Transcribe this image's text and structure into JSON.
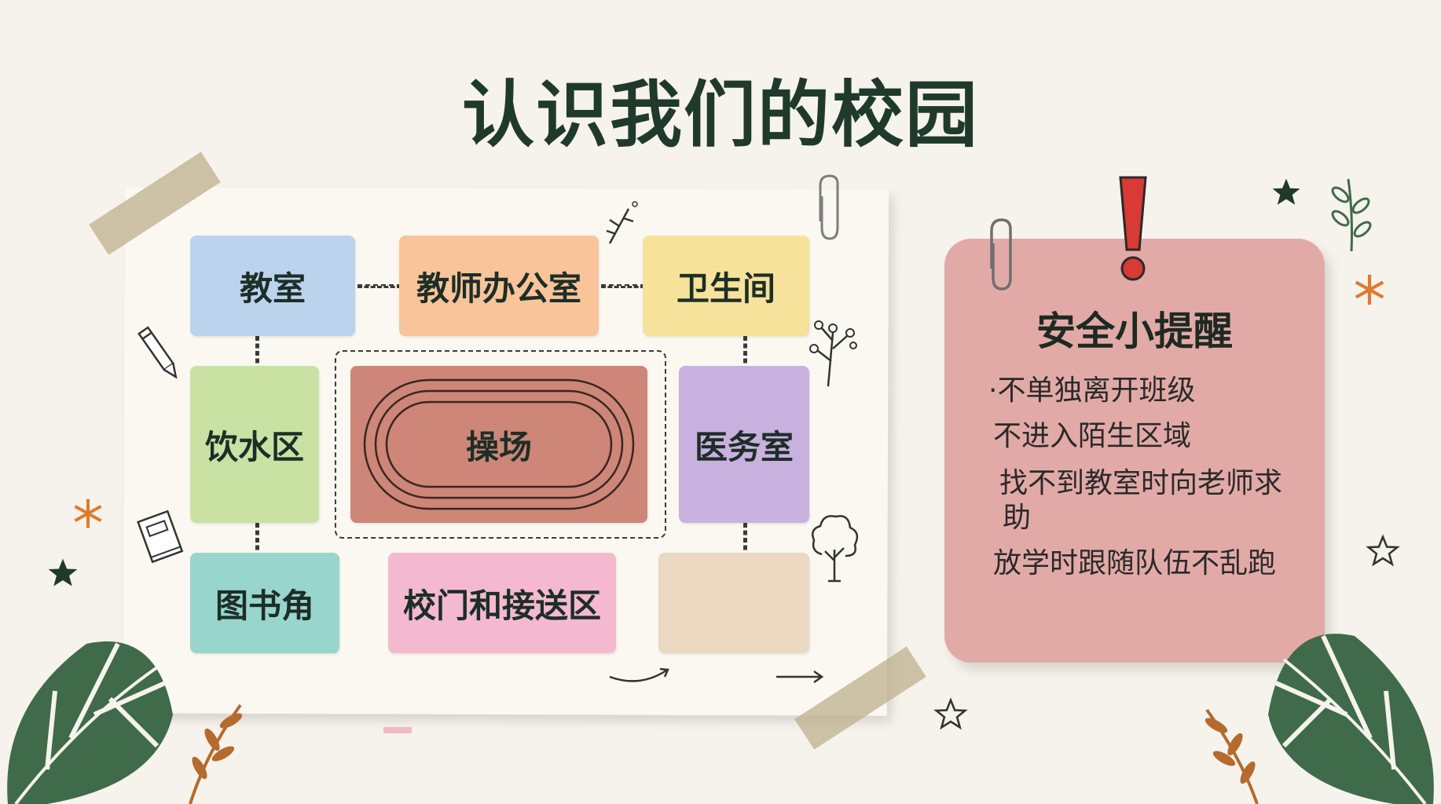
{
  "title": "认识我们的校园",
  "map": {
    "rooms": {
      "classroom": "教室",
      "teacher_office": "教师办公室",
      "restroom": "卫生间",
      "water_area": "饮水区",
      "playground": "操场",
      "clinic": "医务室",
      "library_corner": "图书角",
      "gate_pickup": "校门和接送区"
    }
  },
  "reminder": {
    "title": "安全小提醒",
    "tips": [
      "·不单独离开班级",
      "不进入陌生区域",
      "找不到教室时向老师求",
      "助",
      "放学时跟随队伍不乱跑"
    ]
  },
  "colors": {
    "title": "#1f3a2b",
    "classroom": "#bcd3ee",
    "teacher_office": "#f9c49a",
    "restroom": "#f6e29a",
    "water_area": "#c9e2a4",
    "playground": "#cd8677",
    "clinic": "#c9b1df",
    "library_corner": "#98d5cd",
    "gate_pickup": "#f5b9cf",
    "blank_room": "#ead8c1",
    "reminder_card": "#e2aaa7",
    "leaf": "#3f6b4a",
    "twig": "#b56a2e"
  },
  "icons": [
    "paperclip-icon",
    "pencil-icon",
    "book-icon",
    "tree-icon",
    "exclamation-icon",
    "star-icon",
    "asterisk-icon",
    "monstera-leaf-icon",
    "twig-icon",
    "arrow-icon"
  ]
}
